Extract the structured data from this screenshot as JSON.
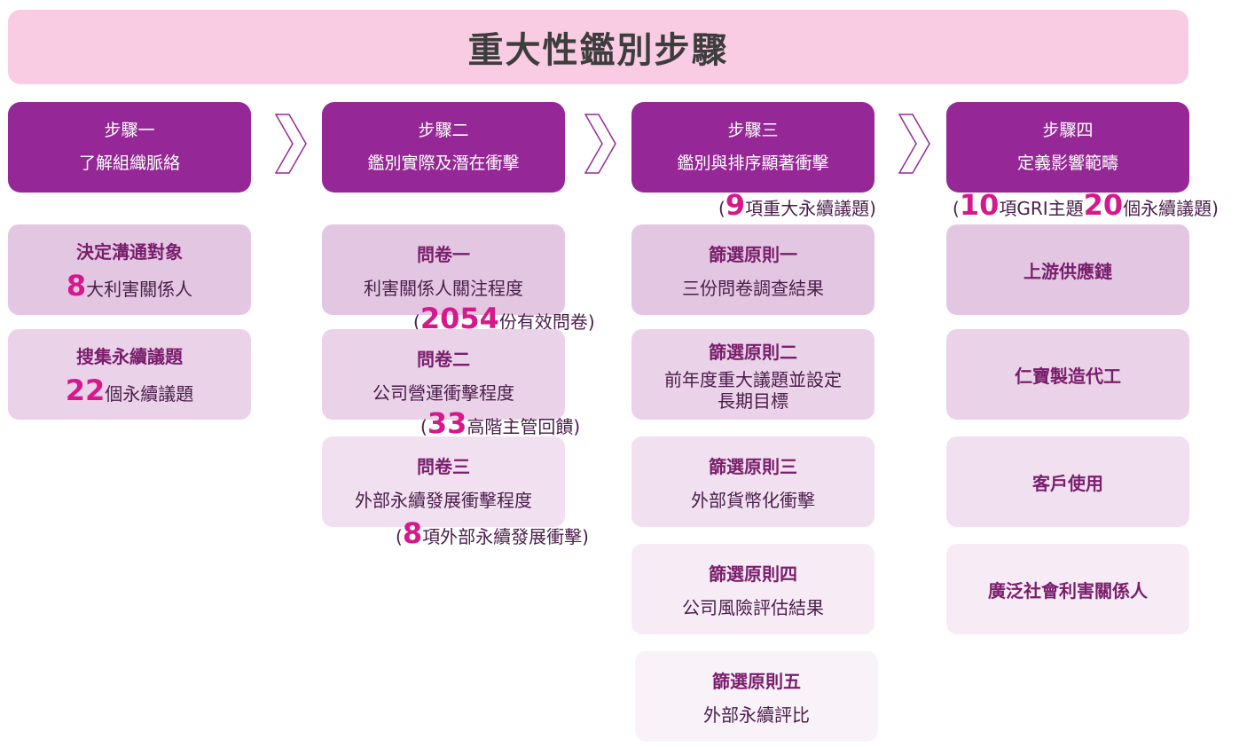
{
  "title": "重大性鑑別步驟",
  "steps": [
    {
      "label": "步驟一",
      "desc": "了解組織脈絡"
    },
    {
      "label": "步驟二",
      "desc": "鑑別實際及潛在衝擊"
    },
    {
      "label": "步驟三",
      "desc": "鑑別與排序顯著衝擊"
    },
    {
      "label": "步驟四",
      "desc": "定義影響範疇"
    }
  ],
  "col1": [
    {
      "title": "決定溝通對象",
      "num": "8",
      "suffix": "大利害關係人"
    },
    {
      "title": "搜集永續議題",
      "num": "22",
      "suffix": "個永續議題"
    }
  ],
  "col2": [
    {
      "title": "問卷一",
      "desc": "利害關係人關注程度",
      "note_open": "(",
      "note_num": "2054",
      "note_text": "份有效問卷)"
    },
    {
      "title": "問卷二",
      "desc": "公司營運衝擊程度",
      "note_open": "(",
      "note_num": "33",
      "note_text": "高階主管回饋)"
    },
    {
      "title": "問卷三",
      "desc": "外部永續發展衝擊程度",
      "note_open": "(",
      "note_num": "8",
      "note_text": "項外部永續發展衝擊)"
    }
  ],
  "col3_note": {
    "open": "(",
    "num": "9",
    "text": "項重大永續議題)"
  },
  "col3": [
    {
      "title": "篩選原則一",
      "desc": "三份問卷調查結果"
    },
    {
      "title": "篩選原則二",
      "desc": "前年度重大議題並設定",
      "desc2": "長期目標"
    },
    {
      "title": "篩選原則三",
      "desc": "外部貨幣化衝擊"
    },
    {
      "title": "篩選原則四",
      "desc": "公司風險評估結果"
    },
    {
      "title": "篩選原則五",
      "desc": "外部永續評比"
    }
  ],
  "col4_note": {
    "open": "(",
    "num1": "10",
    "mid": "項GRI主題",
    "num2": "20",
    "text": "個永續議題)"
  },
  "col4": [
    {
      "title": "上游供應鏈"
    },
    {
      "title": "仁寶製造代工"
    },
    {
      "title": "客戶使用"
    },
    {
      "title": "廣泛社會利害關係人"
    }
  ],
  "colors": {
    "header": "#952896",
    "banner": "#f9cce4",
    "accent_number": "#d7188c"
  }
}
